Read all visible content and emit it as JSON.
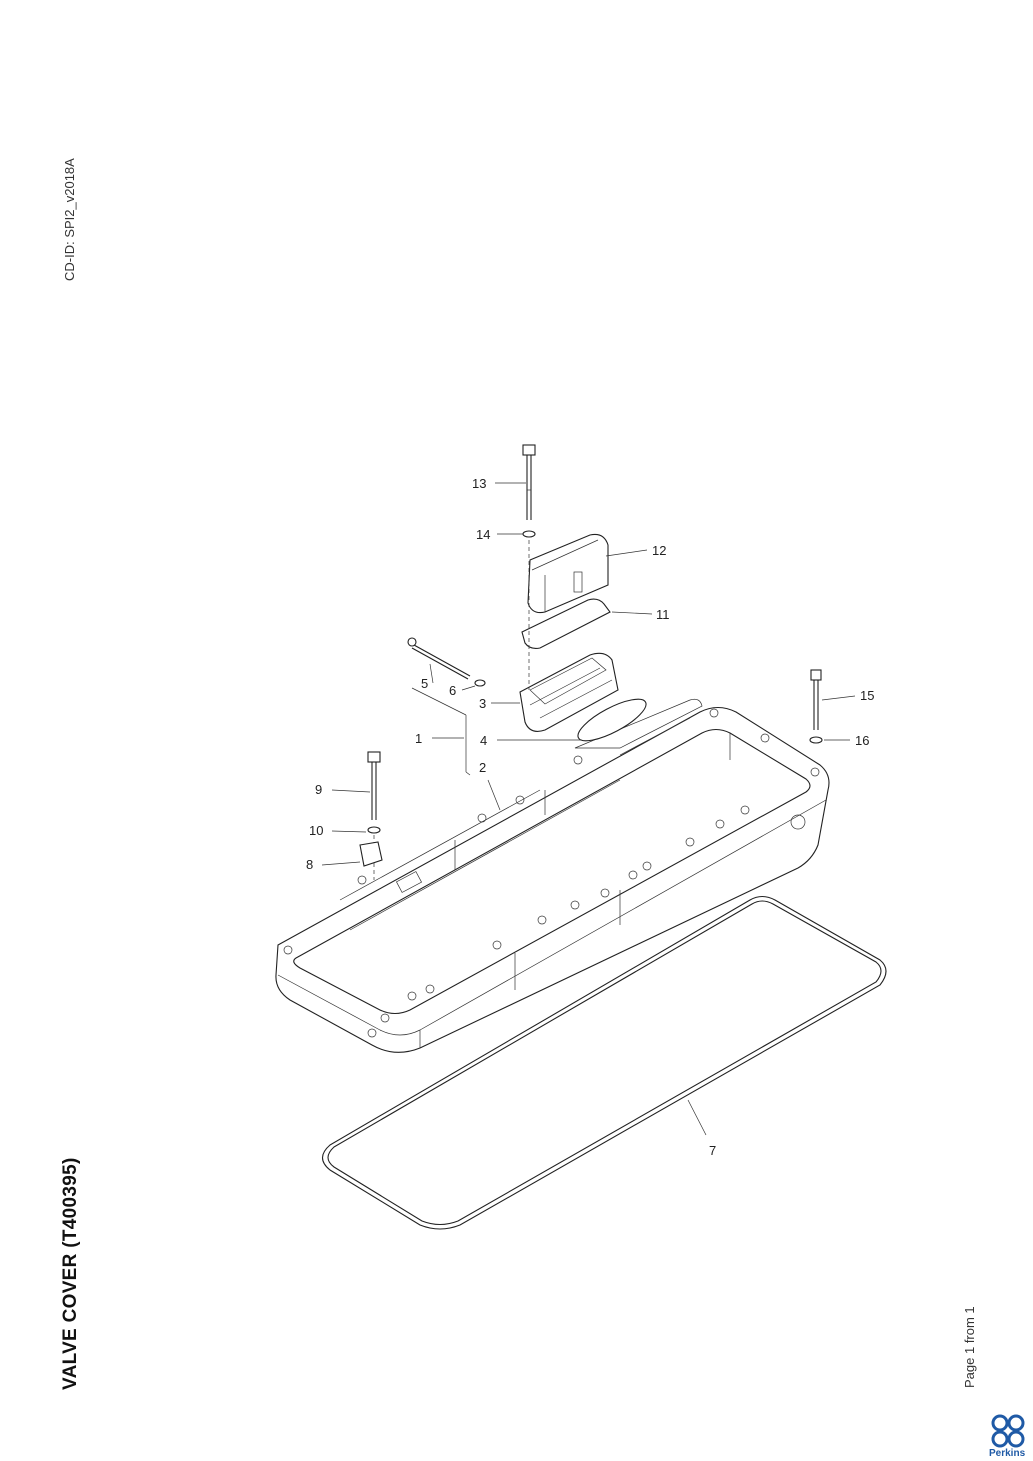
{
  "document": {
    "cd_id": "CD-ID: SPI2_v2018A",
    "title": "VALVE COVER (T400395)",
    "footer": "Page 1 from 1",
    "brand": "Perkins",
    "brand_color": "#1f5aa6"
  },
  "callouts": [
    {
      "id": "1",
      "label": "1"
    },
    {
      "id": "2",
      "label": "2"
    },
    {
      "id": "3",
      "label": "3"
    },
    {
      "id": "4",
      "label": "4"
    },
    {
      "id": "5",
      "label": "5"
    },
    {
      "id": "6",
      "label": "6"
    },
    {
      "id": "7",
      "label": "7"
    },
    {
      "id": "8",
      "label": "8"
    },
    {
      "id": "9",
      "label": "9"
    },
    {
      "id": "10",
      "label": "10"
    },
    {
      "id": "11",
      "label": "11"
    },
    {
      "id": "12",
      "label": "12"
    },
    {
      "id": "13",
      "label": "13"
    },
    {
      "id": "14",
      "label": "14"
    },
    {
      "id": "15",
      "label": "15"
    },
    {
      "id": "16",
      "label": "16"
    }
  ]
}
